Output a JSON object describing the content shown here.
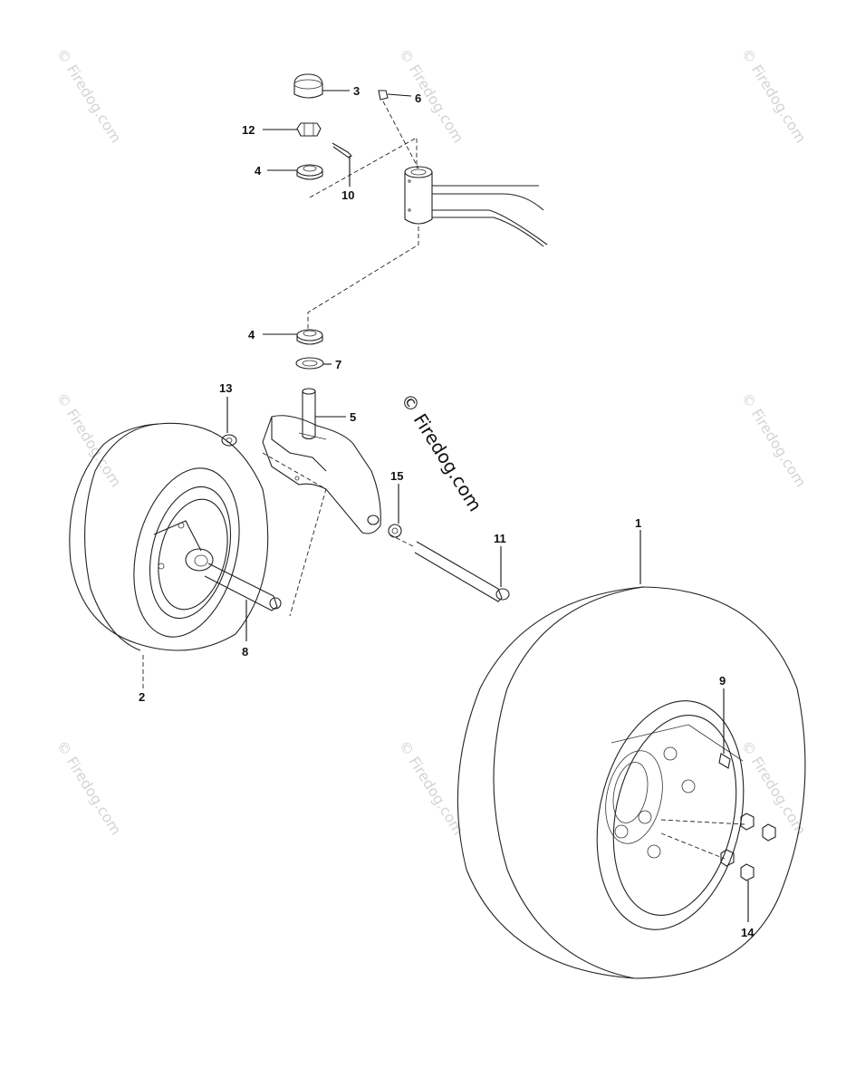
{
  "watermark": {
    "main_text": "© Firedog.com",
    "tile_text": "© Firedog.com"
  },
  "callouts": [
    "1",
    "2",
    "3",
    "4",
    "4",
    "5",
    "6",
    "7",
    "8",
    "9",
    "10",
    "11",
    "12",
    "13",
    "14",
    "15"
  ],
  "colors": {
    "line": "#222222",
    "watermark": "#d4d4d4",
    "background": "#ffffff"
  }
}
